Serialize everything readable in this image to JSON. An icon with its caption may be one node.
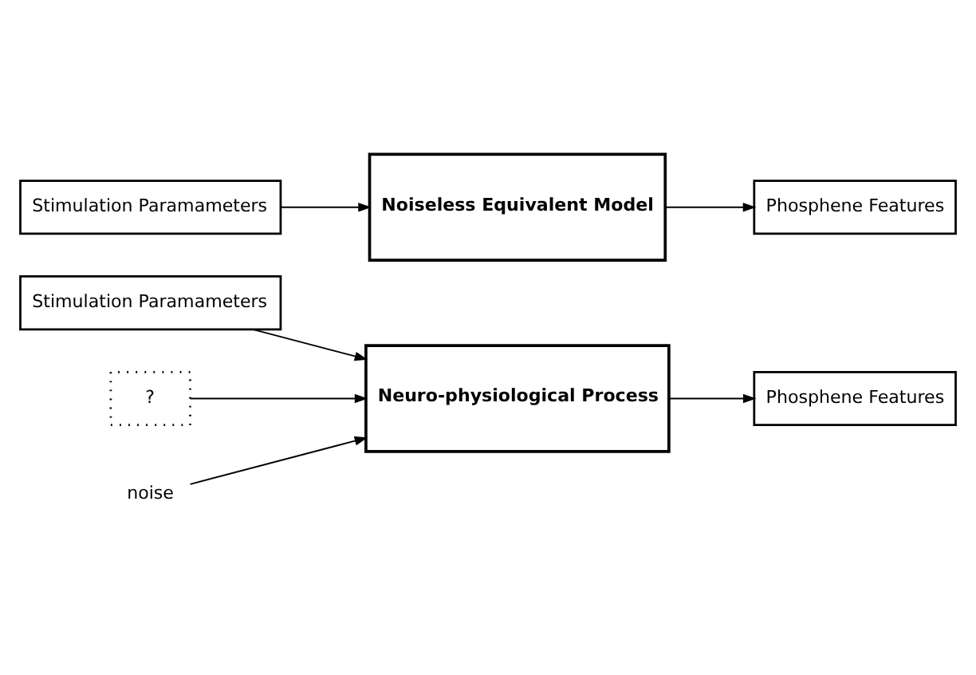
{
  "diagram": {
    "nodes": [
      {
        "text": [
          "Stimulation Paramameters"
        ]
      },
      {
        "text": [
          "?"
        ]
      },
      {
        "text": [
          "Neuro-physiological Process"
        ]
      },
      {
        "text": [
          "noise"
        ]
      },
      {
        "text": [
          "Phosphene Features"
        ]
      },
      {
        "text": [
          "Stimulation Paramameters"
        ]
      },
      {
        "text": [
          "Noiseless Equivalent Model"
        ]
      },
      {
        "text": [
          "Phosphene Features"
        ]
      }
    ],
    "edges": [
      {
        "from": 0,
        "to": 2,
        "arrow": "to"
      },
      {
        "from": 1,
        "to": 2,
        "arrow": "to"
      },
      {
        "from": 3,
        "to": 2,
        "arrow": "to"
      },
      {
        "from": 2,
        "to": 4,
        "arrow": "to"
      },
      {
        "from": 5,
        "to": 6,
        "arrow": "to"
      },
      {
        "from": 6,
        "to": 7,
        "arrow": "to"
      }
    ]
  }
}
